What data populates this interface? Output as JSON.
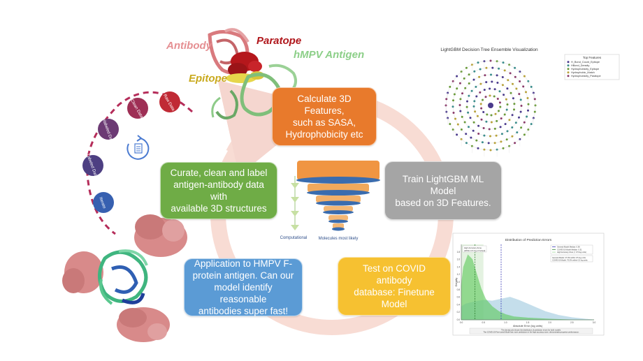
{
  "process_boxes": {
    "features": [
      "Calculate 3D Features,",
      "such as SASA,",
      "Hydrophobicity etc"
    ],
    "curate": [
      "Curate, clean and label",
      "antigen-antibody data with",
      "available 3D structures"
    ],
    "train": [
      "Train LightGBM ML Model",
      "based on 3D Features."
    ],
    "hmpv": [
      "Application to HMPV F-",
      "protein antigen. Can our",
      "model identify reasonable",
      "antibodies super fast!"
    ],
    "covid": [
      "Test on COVID antibody",
      "database: Finetune Model"
    ]
  },
  "protein_labels": {
    "antibody": "Antibody",
    "paratope": "Paratope",
    "antigen": "hMPV Antigen",
    "epitope": "Epitope"
  },
  "pipeline_steps": [
    "Raw Data",
    "Clean Data",
    "Unlabeled Data",
    "Labeled Data",
    "Iterate"
  ],
  "funnel": {
    "left_label": "Computational",
    "right_label": "Molecules most likely"
  },
  "tree_visualization": {
    "title": "LightGBM Decision Tree Ensemble Visualization",
    "legend_title": "Top Features",
    "legend_items": [
      {
        "label": "H_Bond_Count_Epitope",
        "color": "#4a3a8c"
      },
      {
        "label": "HBond_Density",
        "color": "#3b8d8c"
      },
      {
        "label": "Hydrophobicity_Epitope",
        "color": "#6a9a3a"
      },
      {
        "label": "Hydrophobic_Match",
        "color": "#b8a23a"
      },
      {
        "label": "Hydrophobicity_Paratope",
        "color": "#8a3a6a"
      }
    ]
  },
  "chart_data": {
    "type": "area",
    "title": "Distribution of Prediction Errors",
    "xlabel": "Absolute Error (log units)",
    "ylabel": "Density",
    "xlim": [
      0,
      3.0
    ],
    "ylim": [
      0,
      2.0
    ],
    "x_ticks": [
      "0.0",
      "0.5",
      "1.0",
      "1.5",
      "2.0",
      "2.5",
      "3.0"
    ],
    "y_ticks": [
      "0.0",
      "0.2",
      "0.4",
      "0.6",
      "0.8",
      "1.0",
      "1.2",
      "1.4",
      "1.6",
      "1.8"
    ],
    "zone_label": [
      "High Accuracy Zone",
      "(Within 0.5 log of Actual)"
    ],
    "legend": [
      "General Model Median: 0.90",
      "COVID-19 Model Median: 0.31",
      "High Accuracy Zone (< 0.5 log units)"
    ],
    "stats_box": [
      "General Model: 27.0% within 0.5 log units",
      "COVID-19 Model: 70.5% within 0.5 log units"
    ],
    "series": [
      {
        "name": "COVID-19 Model",
        "color": "#5cc95a",
        "x": [
          0,
          0.05,
          0.15,
          0.25,
          0.35,
          0.45,
          0.55,
          0.7,
          0.85,
          1.0,
          1.2,
          1.5,
          2.0,
          2.5,
          3.0
        ],
        "values": [
          0.9,
          1.4,
          1.72,
          1.6,
          1.2,
          0.82,
          0.55,
          0.35,
          0.22,
          0.14,
          0.08,
          0.05,
          0.02,
          0.0,
          0.0
        ]
      },
      {
        "name": "General Model",
        "color": "#9ec9de",
        "x": [
          0,
          0.1,
          0.3,
          0.5,
          0.7,
          0.9,
          1.1,
          1.3,
          1.5,
          1.7,
          1.9,
          2.2,
          2.5,
          2.8,
          3.0
        ],
        "values": [
          0.35,
          0.42,
          0.48,
          0.52,
          0.5,
          0.55,
          0.6,
          0.52,
          0.42,
          0.32,
          0.22,
          0.12,
          0.06,
          0.02,
          0.0
        ]
      }
    ],
    "median_general": 0.9,
    "median_covid": 0.31,
    "zone_max": 0.5,
    "caption": [
      "The density plot shows the distribution of prediction errors for both models.",
      "The COVID-19 Fine-tuned Model has more predictions in the high accuracy zone, demonstrating superior performance."
    ]
  }
}
